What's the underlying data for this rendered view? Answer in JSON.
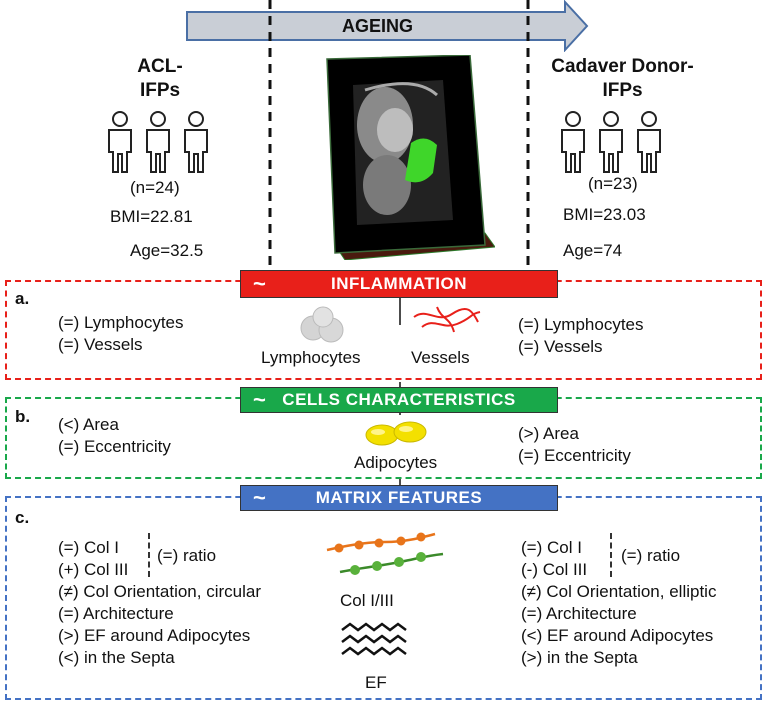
{
  "header": {
    "ageing_label": "AGEING",
    "left_group": "ACL-\nIFPs",
    "left_group_l1": "ACL-",
    "left_group_l2": "IFPs",
    "right_group_l1": "Cadaver Donor-",
    "right_group_l2": "IFPs",
    "left_n": "(n=24)",
    "left_bmi": "BMI=22.81",
    "left_age": "Age=32.5",
    "right_n": "(n=23)",
    "right_bmi": "BMI=23.03",
    "right_age": "Age=74"
  },
  "sections": {
    "a": {
      "letter": "a.",
      "banner": "INFLAMMATION",
      "tilde": "~",
      "left": [
        "(=) Lymphocytes",
        "(=) Vessels"
      ],
      "right": [
        "(=) Lymphocytes",
        "(=) Vessels"
      ],
      "icon_labels": [
        "Lymphocytes",
        "Vessels"
      ]
    },
    "b": {
      "letter": "b.",
      "banner": "CELLS CHARACTERISTICS",
      "tilde": "~",
      "left": [
        "(<) Area",
        "(=) Eccentricity"
      ],
      "right": [
        "(>) Area",
        "(=) Eccentricity"
      ],
      "icon_label": "Adipocytes"
    },
    "c": {
      "letter": "c.",
      "banner": "MATRIX FEATURES",
      "tilde": "~",
      "left": [
        "(=) Col I",
        "(+) Col III",
        "(≠) Col Orientation, circular",
        "(=) Architecture",
        "(>) EF around Adipocytes",
        "(<) in the Septa"
      ],
      "left_ratio": "(=) ratio",
      "right": [
        "(=) Col I",
        "(-) Col III",
        "(≠) Col Orientation, elliptic",
        "(=) Architecture",
        "(<) EF around Adipocytes",
        "(>) in the Septa"
      ],
      "right_ratio": "(=) ratio",
      "icon_labels": [
        "Col I/III",
        "EF"
      ]
    }
  },
  "colors": {
    "inflammation": "#e8201a",
    "cells": "#19a84a",
    "matrix": "#4472c4",
    "arrow": "#c9ced6",
    "fat_highlight": "#3fd62a"
  }
}
